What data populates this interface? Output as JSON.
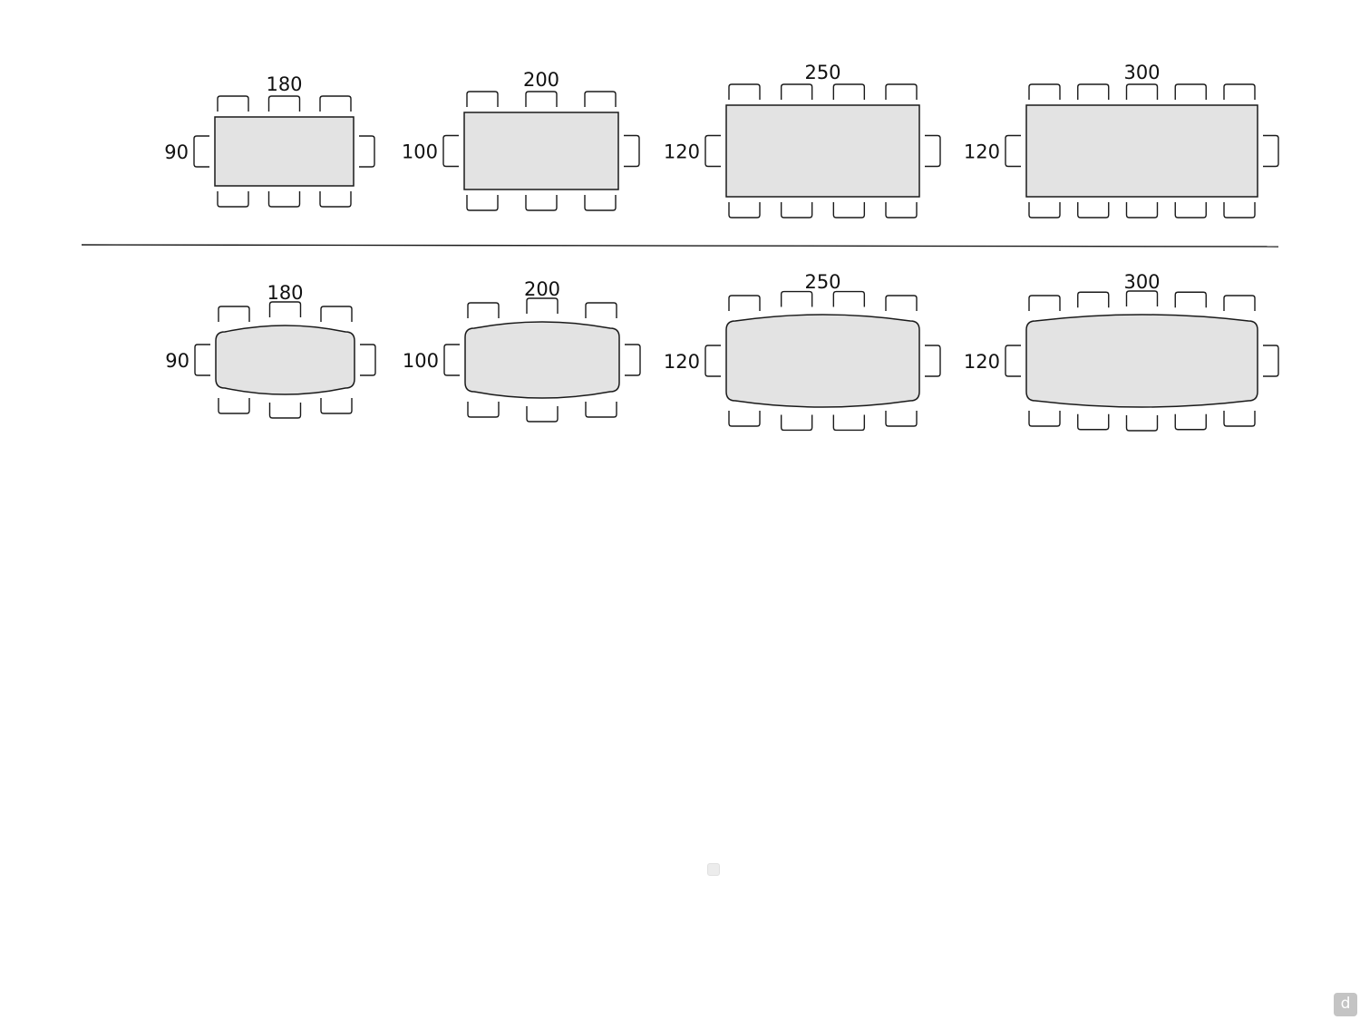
{
  "rows": [
    {
      "shape": "rectangular",
      "tables": [
        {
          "length": "180",
          "width": "90",
          "chairs_per_long_side": 3,
          "chairs_per_end": 1
        },
        {
          "length": "200",
          "width": "100",
          "chairs_per_long_side": 3,
          "chairs_per_end": 1
        },
        {
          "length": "250",
          "width": "120",
          "chairs_per_long_side": 4,
          "chairs_per_end": 1
        },
        {
          "length": "300",
          "width": "120",
          "chairs_per_long_side": 5,
          "chairs_per_end": 1
        }
      ]
    },
    {
      "shape": "barrel",
      "tables": [
        {
          "length": "180",
          "width": "90",
          "chairs_per_long_side": 3,
          "chairs_per_end": 1
        },
        {
          "length": "200",
          "width": "100",
          "chairs_per_long_side": 3,
          "chairs_per_end": 1
        },
        {
          "length": "250",
          "width": "120",
          "chairs_per_long_side": 4,
          "chairs_per_end": 1
        },
        {
          "length": "300",
          "width": "120",
          "chairs_per_long_side": 5,
          "chairs_per_end": 1
        }
      ]
    }
  ],
  "colors": {
    "table_fill": "#e3e3e3",
    "stroke": "#1a1a1a",
    "background": "#ffffff"
  },
  "logo_badge": "d"
}
